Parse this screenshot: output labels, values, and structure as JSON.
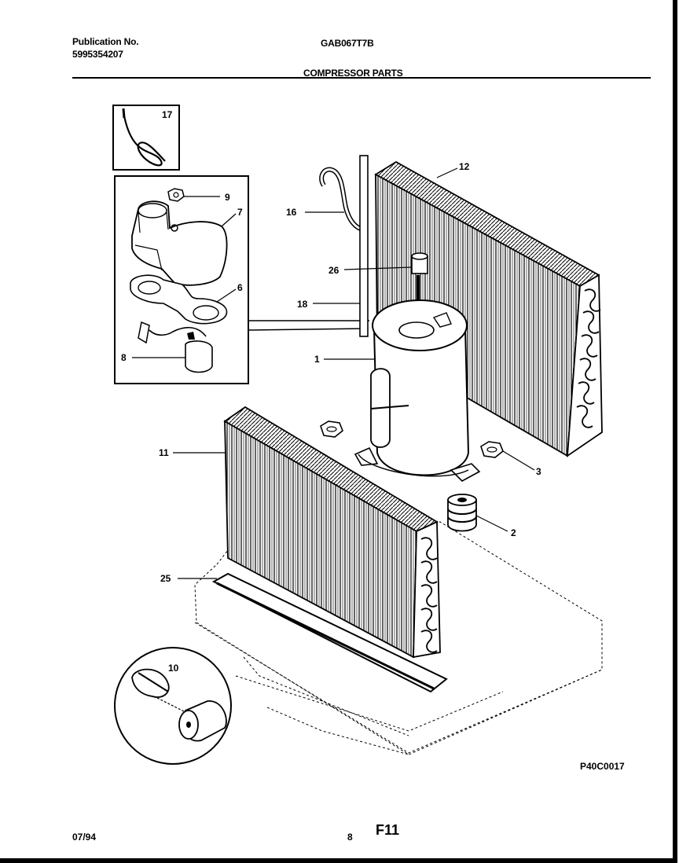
{
  "header": {
    "publication_label": "Publication No.",
    "publication_number": "5995354207",
    "model": "GAB067T7B",
    "section_title": "COMPRESSOR PARTS"
  },
  "callouts": {
    "c17": "17",
    "c9": "9",
    "c7": "7",
    "c6": "6",
    "c8": "8",
    "c12": "12",
    "c16": "16",
    "c26": "26",
    "c18": "18",
    "c1": "1",
    "c11": "11",
    "c3": "3",
    "c2": "2",
    "c25": "25",
    "c10": "10"
  },
  "footer": {
    "figure_code": "P40C0017",
    "date": "07/94",
    "page_number": "8",
    "page_ref": "F11"
  }
}
